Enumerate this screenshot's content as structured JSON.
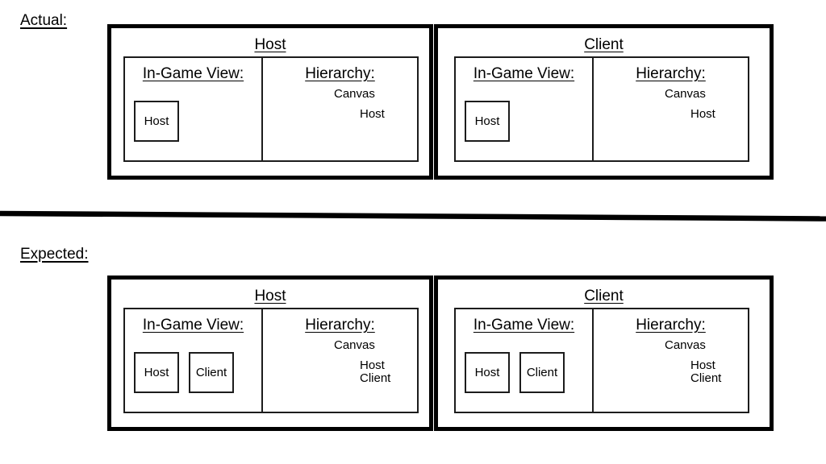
{
  "colors": {
    "ink": "#000000",
    "background": "#ffffff"
  },
  "sections": [
    {
      "label": "Actual:",
      "panels": [
        {
          "title": "Host",
          "view": {
            "heading": "In-Game View:",
            "objects": [
              "Host"
            ]
          },
          "hierarchy": {
            "heading": "Hierarchy:",
            "nodes": [
              {
                "text": "Canvas",
                "level": 0
              },
              {
                "text": "Host",
                "level": 1
              }
            ]
          }
        },
        {
          "title": "Client",
          "view": {
            "heading": "In-Game View:",
            "objects": [
              "Host"
            ]
          },
          "hierarchy": {
            "heading": "Hierarchy:",
            "nodes": [
              {
                "text": "Canvas",
                "level": 0
              },
              {
                "text": "Host",
                "level": 1
              }
            ]
          }
        }
      ]
    },
    {
      "label": "Expected:",
      "panels": [
        {
          "title": "Host",
          "view": {
            "heading": "In-Game View:",
            "objects": [
              "Host",
              "Client"
            ]
          },
          "hierarchy": {
            "heading": "Hierarchy:",
            "nodes": [
              {
                "text": "Canvas",
                "level": 0
              },
              {
                "text": "Host",
                "level": 1
              },
              {
                "text": "Client",
                "level": 1
              }
            ]
          }
        },
        {
          "title": "Client",
          "view": {
            "heading": "In-Game View:",
            "objects": [
              "Host",
              "Client"
            ]
          },
          "hierarchy": {
            "heading": "Hierarchy:",
            "nodes": [
              {
                "text": "Canvas",
                "level": 0
              },
              {
                "text": "Host",
                "level": 1
              },
              {
                "text": "Client",
                "level": 1
              }
            ]
          }
        }
      ]
    }
  ]
}
